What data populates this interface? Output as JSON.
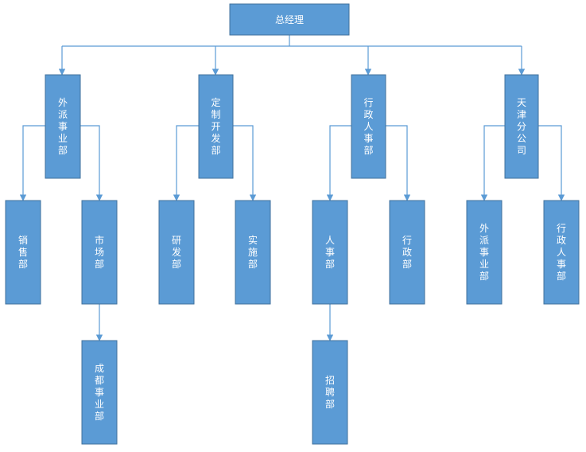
{
  "org_chart": {
    "general_manager": "总经理",
    "divisions": {
      "outsourcing": "外派事业部",
      "custom_dev": "定制开发部",
      "admin_hr": "行政人事部",
      "tianjin_branch": "天津分公司"
    },
    "units": {
      "sales": "销售部",
      "marketing": "市场部",
      "chengdu": "成都事业部",
      "research": "研发部",
      "implementation": "实施部",
      "hr": "人事部",
      "recruiting": "招聘部",
      "administration": "行政部",
      "tj_outsourcing": "外派事业部",
      "tj_admin_hr": "行政人事部"
    }
  },
  "colors": {
    "box_fill": "#5b9bd5",
    "box_border": "#41719c",
    "line": "#5b9bd5",
    "text": "#ffffff"
  }
}
